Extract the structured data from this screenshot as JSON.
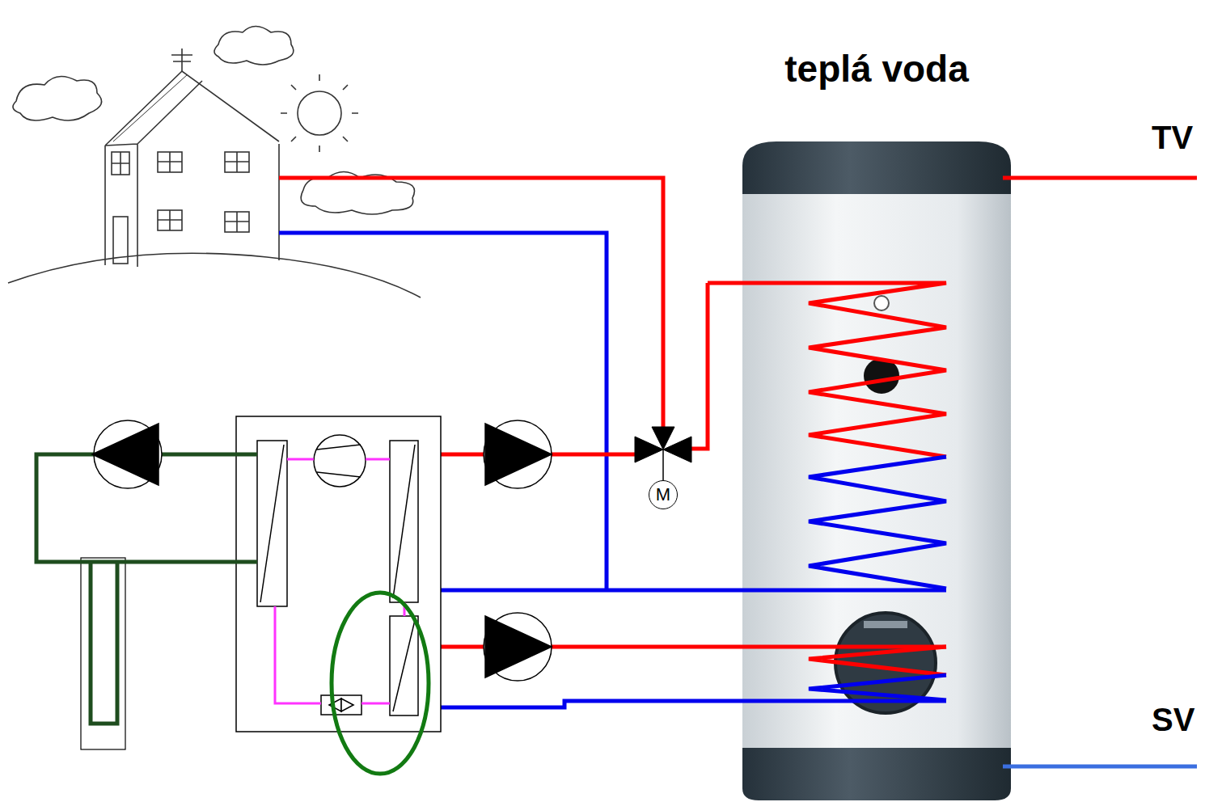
{
  "diagram": {
    "nodes": [
      {
        "text": [
          "teplá voda"
        ]
      },
      {
        "text": [
          "M"
        ]
      }
    ],
    "labels": [
      "TV",
      "SV"
    ]
  }
}
